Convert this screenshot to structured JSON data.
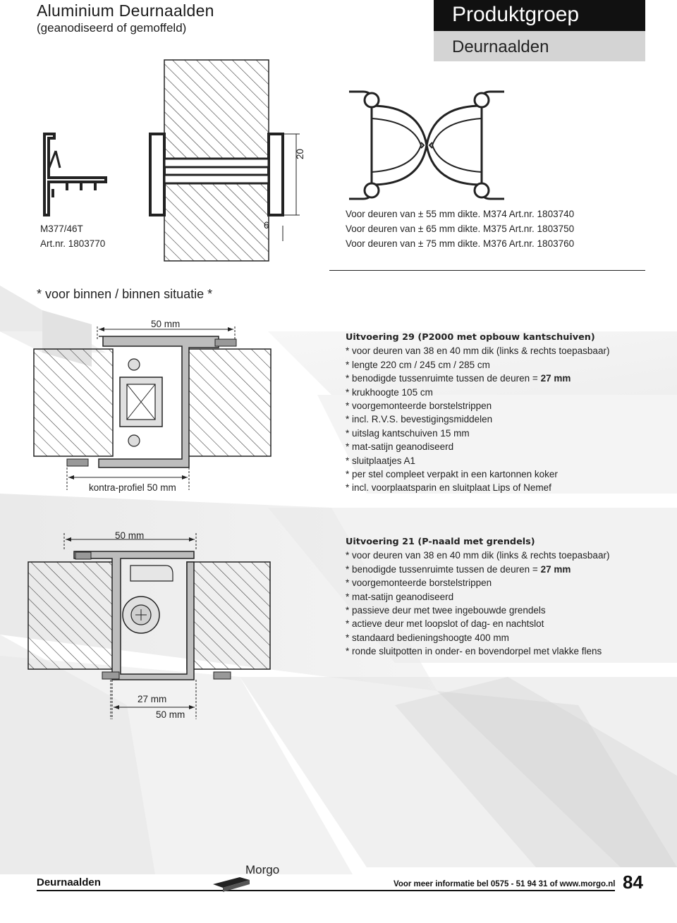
{
  "header": {
    "title": "Aluminium Deurnaalden",
    "subtitle": "(geanodiseerd of gemoffeld)",
    "group_label": "Produktgroep",
    "group_name": "Deurnaalden"
  },
  "top_section": {
    "left_profile_label": [
      "M377/46T",
      "Art.nr. 1803770"
    ],
    "dim_20": "20",
    "dim_6": "6",
    "variants": [
      "Voor deuren van ± 55 mm dikte. M374 Art.nr. 1803740",
      "Voor deuren van ± 65 mm dikte. M375 Art.nr. 1803750",
      "Voor deuren van ± 75 mm dikte. M376 Art.nr. 1803760"
    ]
  },
  "situation_title": "* voor binnen / binnen situatie *",
  "section1": {
    "dim_top": "50 mm",
    "dim_bottom": "kontra-profiel 50 mm",
    "heading": "Uitvoering 29 (P2000 met opbouw kantschuiven)",
    "items": [
      "*  voor deuren van 38 en 40 mm dik (links & rechts toepasbaar)",
      "*  lengte 220 cm / 245 cm / 285 cm",
      "*  benodigde tussenruimte tussen de deuren = ",
      "*  krukhoogte 105 cm",
      "*  voorgemonteerde borstelstrippen",
      "*  incl. R.V.S. bevestigingsmiddelen",
      "*  uitslag kantschuiven 15 mm",
      "*  mat-satijn geanodiseerd",
      "*  sluitplaatjes A1",
      "*  per stel compleet verpakt in een kartonnen koker",
      "*  incl. voorplaatsparin en sluitplaat Lips of Nemef"
    ],
    "gap_value": "27 mm"
  },
  "section2": {
    "dim_top": "50 mm",
    "dim_27": "27 mm",
    "dim_50": "50 mm",
    "heading": "Uitvoering 21 (P-naald met grendels)",
    "items": [
      "*  voor deuren van 38 en 40 mm dik (links & rechts toepasbaar)",
      "*  benodigde tussenruimte tussen de deuren = ",
      "*  voorgemonteerde borstelstrippen",
      "*  mat-satijn geanodiseerd",
      "*  passieve deur met twee ingebouwde grendels",
      "*  actieve deur met loopslot of dag- en nachtslot",
      "*  standaard bedieningshoogte 400 mm",
      "*  ronde sluitpotten in onder- en bovendorpel met vlakke flens"
    ],
    "gap_value": "27 mm"
  },
  "footer": {
    "section": "Deurnaalden",
    "brand": "Morgo",
    "info": "Voor meer informatie bel 0575 - 51 94 31 of www.morgo.nl",
    "page": "84"
  }
}
